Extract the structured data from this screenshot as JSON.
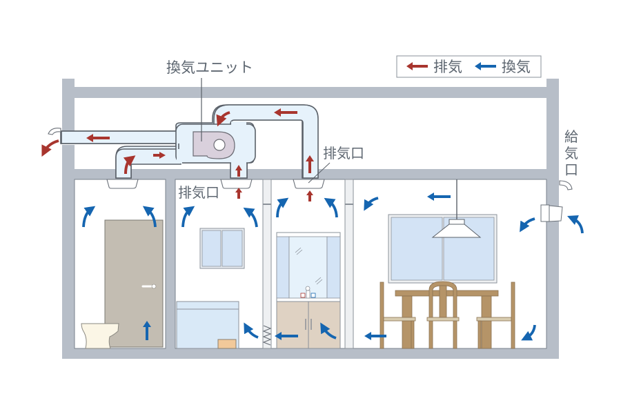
{
  "diagram": {
    "title": "ventilation-system-cross-section",
    "labels": {
      "unit": "換気ユニット",
      "exhaust_port_upper": "排気口",
      "exhaust_port_lower": "排気口",
      "supply_port": [
        "給",
        "気",
        "口"
      ]
    },
    "legend": {
      "items": [
        {
          "label": "排気",
          "color": "#a8352e",
          "icon": "arrow-left-icon"
        },
        {
          "label": "換気",
          "color": "#1565b0",
          "icon": "arrow-left-icon"
        }
      ]
    },
    "colors": {
      "exhaust": "#a8352e",
      "ventilation": "#1565b0",
      "wall": "#b7bec8",
      "duct": "#e6f2fb",
      "duct_stroke": "#5a6068",
      "unit": "#d9d0dc",
      "door": "#c3bdb2",
      "wood": "#b59468",
      "window": "#d3e3f5",
      "cabinet": "#dfd2c3",
      "bath": "#d9e9f7",
      "toilet": "#fbf6e6"
    },
    "rooms": [
      {
        "name": "toilet"
      },
      {
        "name": "bathroom"
      },
      {
        "name": "washroom"
      },
      {
        "name": "dining"
      }
    ]
  }
}
